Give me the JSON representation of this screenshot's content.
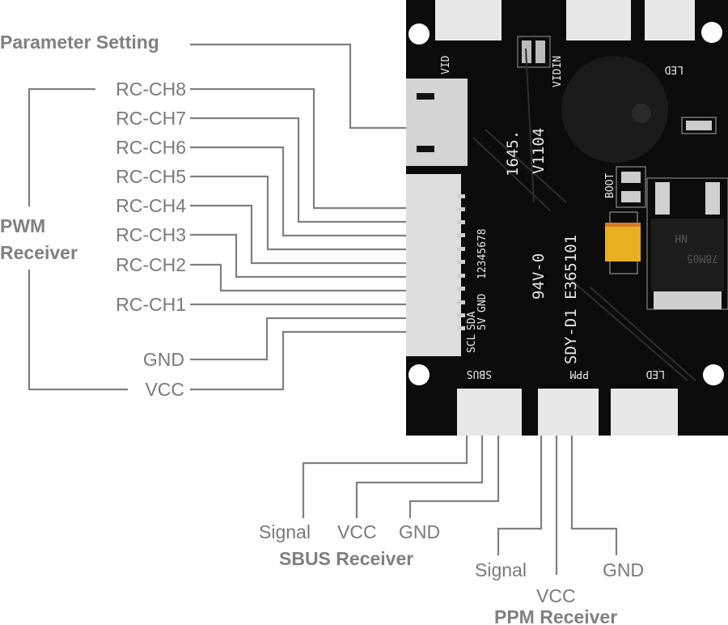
{
  "labels": {
    "parameter_setting": "Parameter Setting",
    "pwm_title_1": "PWM",
    "pwm_title_2": "Receiver",
    "channels": [
      "RC-CH8",
      "RC-CH7",
      "RC-CH6",
      "RC-CH5",
      "RC-CH4",
      "RC-CH3",
      "RC-CH2",
      "RC-CH1"
    ],
    "pwm_gnd": "GND",
    "pwm_vcc": "VCC",
    "sbus": {
      "signal": "Signal",
      "vcc": "VCC",
      "gnd": "GND",
      "title": "SBUS Receiver"
    },
    "ppm": {
      "signal": "Signal",
      "vcc": "VCC",
      "gnd": "GND",
      "title": "PPM Receiver"
    }
  },
  "board": {
    "silkscreen": {
      "vid": "VID",
      "vidin": "VIDIN",
      "led_top": "LED",
      "boot": "BOOT",
      "sbus": "SBUS",
      "ppm": "PPM",
      "led_bottom": "LED",
      "date": "1645.",
      "version": "V1104",
      "rating": "94V-0",
      "model": "SDY-D1 E365101",
      "regulator": "78M05",
      "regulator_code": "NH",
      "pin_numbers": "12345678",
      "gnd": "GND",
      "v5": "5V",
      "sda": "SDA",
      "scl": "SCL"
    },
    "colors": {
      "pcb": "#0b0b0b",
      "connector": "#e8e8e8",
      "capacitor": "#e8b020",
      "line": "#808080"
    }
  }
}
